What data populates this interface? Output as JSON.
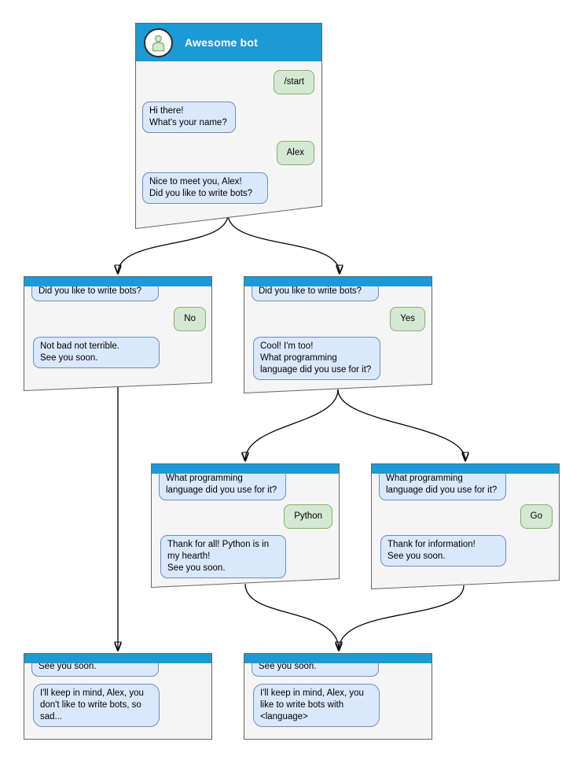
{
  "colors": {
    "header_blue": "#1C9AD6",
    "window_bg": "#F5F5F5",
    "window_border": "#666666",
    "bot_bubble_bg": "#DAE8FC",
    "bot_bubble_border": "#6C8EBF",
    "user_bubble_bg": "#D5E8D4",
    "user_bubble_border": "#82B366",
    "connector": "#000000"
  },
  "windows": {
    "main": {
      "title": "Awesome bot",
      "avatar_icon": "person-icon",
      "messages": [
        {
          "from": "user",
          "text": "/start"
        },
        {
          "from": "bot",
          "text": "Hi there!\nWhat's your name?"
        },
        {
          "from": "user",
          "text": "Alex"
        },
        {
          "from": "bot",
          "text": "Nice to meet you, Alex!\nDid you like to write bots?"
        }
      ]
    },
    "branch_no": {
      "messages": [
        {
          "from": "bot",
          "text": "Did you like to write bots?"
        },
        {
          "from": "user",
          "text": "No"
        },
        {
          "from": "bot",
          "text": "Not bad not terrible.\nSee you soon."
        }
      ]
    },
    "branch_yes": {
      "messages": [
        {
          "from": "bot",
          "text": "Did you like to write bots?"
        },
        {
          "from": "user",
          "text": "Yes"
        },
        {
          "from": "bot",
          "text": "Cool! I'm too!\nWhat programming\nlanguage did you use for it?"
        }
      ]
    },
    "branch_python": {
      "messages": [
        {
          "from": "bot",
          "text": "What programming\nlanguage did you use for it?"
        },
        {
          "from": "user",
          "text": "Python"
        },
        {
          "from": "bot",
          "text": "Thank for all! Python is in\nmy hearth!\nSee you soon."
        }
      ]
    },
    "branch_go": {
      "messages": [
        {
          "from": "bot",
          "text": "What programming\nlanguage did you use for it?"
        },
        {
          "from": "user",
          "text": "Go"
        },
        {
          "from": "bot",
          "text": "Thank for information!\nSee you soon."
        }
      ]
    },
    "end_no": {
      "messages": [
        {
          "from": "bot",
          "text": "See you soon."
        },
        {
          "from": "bot",
          "text": "I'll keep in mind, Alex, you\ndon't like to write bots, so\nsad..."
        }
      ]
    },
    "end_yes": {
      "messages": [
        {
          "from": "bot",
          "text": "See you soon."
        },
        {
          "from": "bot",
          "text": "I'll keep in mind, Alex, you\nlike to write bots with\n<language>"
        }
      ]
    }
  }
}
